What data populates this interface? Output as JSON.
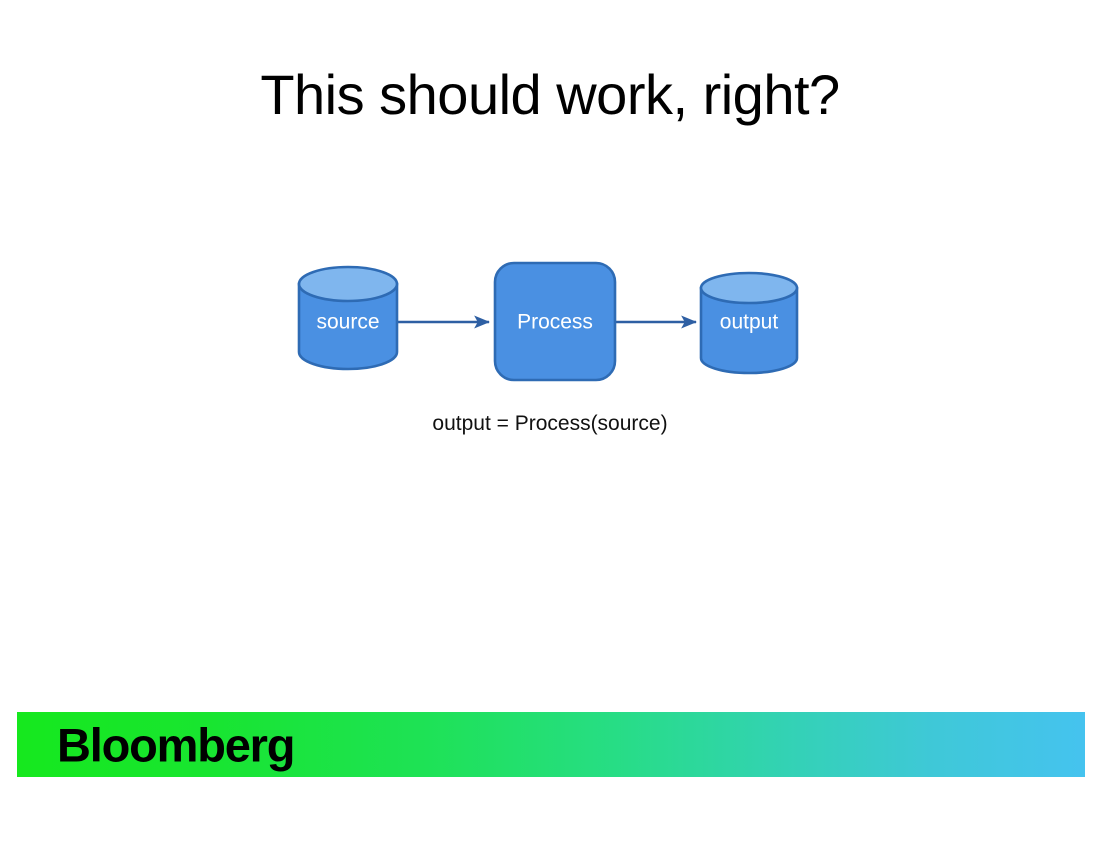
{
  "slide": {
    "title": "This should work, right?",
    "background_color": "#ffffff"
  },
  "diagram": {
    "caption": "output = Process(source)",
    "node_fill": "#4a90e2",
    "node_top_fill": "#7fb6ee",
    "node_stroke": "#2e6bb4",
    "node_text_color": "#ffffff",
    "arrow_color": "#2e5fa3",
    "nodes": [
      {
        "id": "source",
        "label": "source",
        "shape": "cylinder"
      },
      {
        "id": "process",
        "label": "Process",
        "shape": "rounded-rectangle"
      },
      {
        "id": "output",
        "label": "output",
        "shape": "cylinder"
      }
    ],
    "arrows": [
      {
        "from": "source",
        "to": "process"
      },
      {
        "from": "process",
        "to": "output"
      }
    ]
  },
  "footer": {
    "brand": "Bloomberg",
    "gradient_start": "#16e81e",
    "gradient_end": "#45c3ef",
    "text_color": "#000000"
  }
}
